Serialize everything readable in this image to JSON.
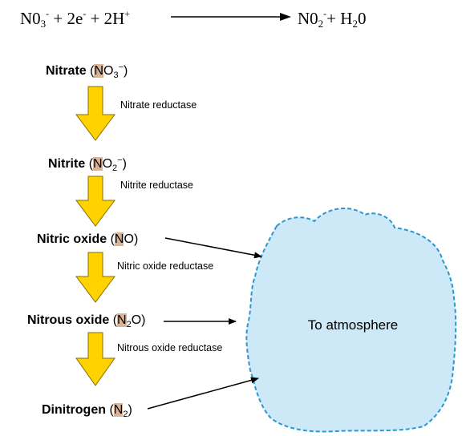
{
  "equation": {
    "left_parts": [
      "N0",
      "3",
      "-",
      " + 2e",
      "-",
      " + 2H",
      "+"
    ],
    "right_parts": [
      "N0",
      "2",
      "-",
      "+ H",
      "2",
      "0"
    ]
  },
  "species": [
    {
      "name": "Nitrate",
      "open": "(",
      "hl": "N",
      "rest": "O",
      "sub": "3",
      "sup": "−",
      "close": ")"
    },
    {
      "name": "Nitrite",
      "open": "(",
      "hl": "N",
      "rest": "O",
      "sub": "2",
      "sup": "−",
      "close": ")"
    },
    {
      "name": "Nitric oxide",
      "open": "(",
      "hl": "N",
      "rest": "O",
      "close": ")"
    },
    {
      "name": "Nitrous oxide",
      "open": "(",
      "hl": "N",
      "sub": "2",
      "rest": "O",
      "close": ")"
    },
    {
      "name": "Dinitrogen",
      "open": "(",
      "hl": "N",
      "sub": "2",
      "close": ")"
    }
  ],
  "enzymes": [
    "Nitrate  reductase",
    "Nitrite  reductase",
    "Nitric oxide  reductase",
    "Nitrous oxide reductase"
  ],
  "cloud": {
    "label": "To atmosphere"
  },
  "colors": {
    "arrow_fill": "#ffd200",
    "arrow_stroke": "#8a6d00",
    "cloud_fill": "#cde8f6",
    "cloud_stroke": "#2a98cf",
    "highlight": "#d9b49a"
  }
}
